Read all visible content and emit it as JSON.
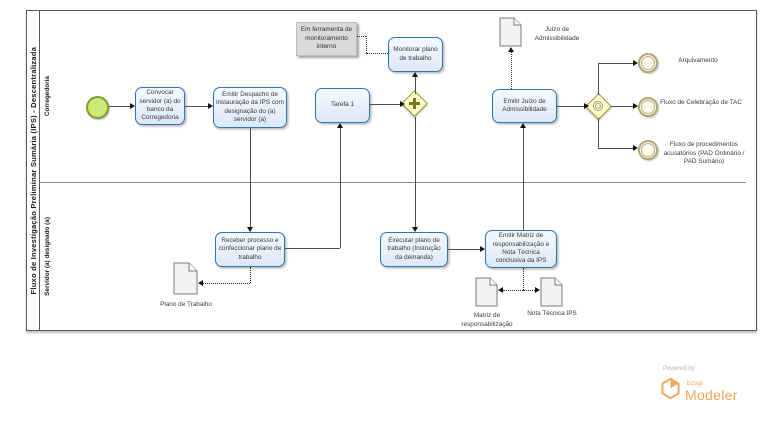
{
  "diagram": {
    "pool_title": "Fluxo de Investigação Preliminar Sumária (IPS) - Descentralizada",
    "lanes": [
      "Corregedoria",
      "Servidor (a) designado (a)"
    ],
    "tasks": {
      "convocar": "Convocar servidor (a) do banco da Corregedoria",
      "emitir_despacho": "Emitir Despacho de instauração da IPS com designação do (a) servidor (a)",
      "tarefa1": "Tarefa 1",
      "monitorar": "Monitorar plano de trabalho",
      "emitir_juizo": "Emitir Juízo de Admissibilidade",
      "receber": "Receber processo e confeccionar plano de trabalho",
      "executar": "Executar plano de trabalho (Instrução da demanda)",
      "emitir_matriz": "Emitir Matriz de responsabilização e Nota Técnica conclusiva da IPS"
    },
    "annotation": "Em ferramenta de monitoramento interno",
    "documents": {
      "juizo": "Juízo de Admissibilidade",
      "plano": "Plano de Trabalho",
      "matriz": "Matriz de responsabilização",
      "nota": "Nota Técnica IPS"
    },
    "end_labels": {
      "arquivamento": "Arquivamento",
      "tac": "Fluxo de Celebração de TAC",
      "pad": "Fluxo de procedimentos acusatórios (PAD Ordinário / PAD Sumário)"
    }
  },
  "branding": {
    "powered_by": "Powered by",
    "brand": "bizagi",
    "product": "Modeler"
  },
  "colors": {
    "task_border": "#2e75b5",
    "task_fill": "#e6eefa",
    "gateway_fill": "#ffffcc",
    "gateway_border": "#a09434",
    "start_fill": "#cdea76",
    "start_border": "#7f9e2d",
    "end_border": "#b3a774",
    "annotation_fill": "#d9d9d9",
    "flow_line": "#4f4f4f",
    "logo_orange": "#f0a55c"
  }
}
